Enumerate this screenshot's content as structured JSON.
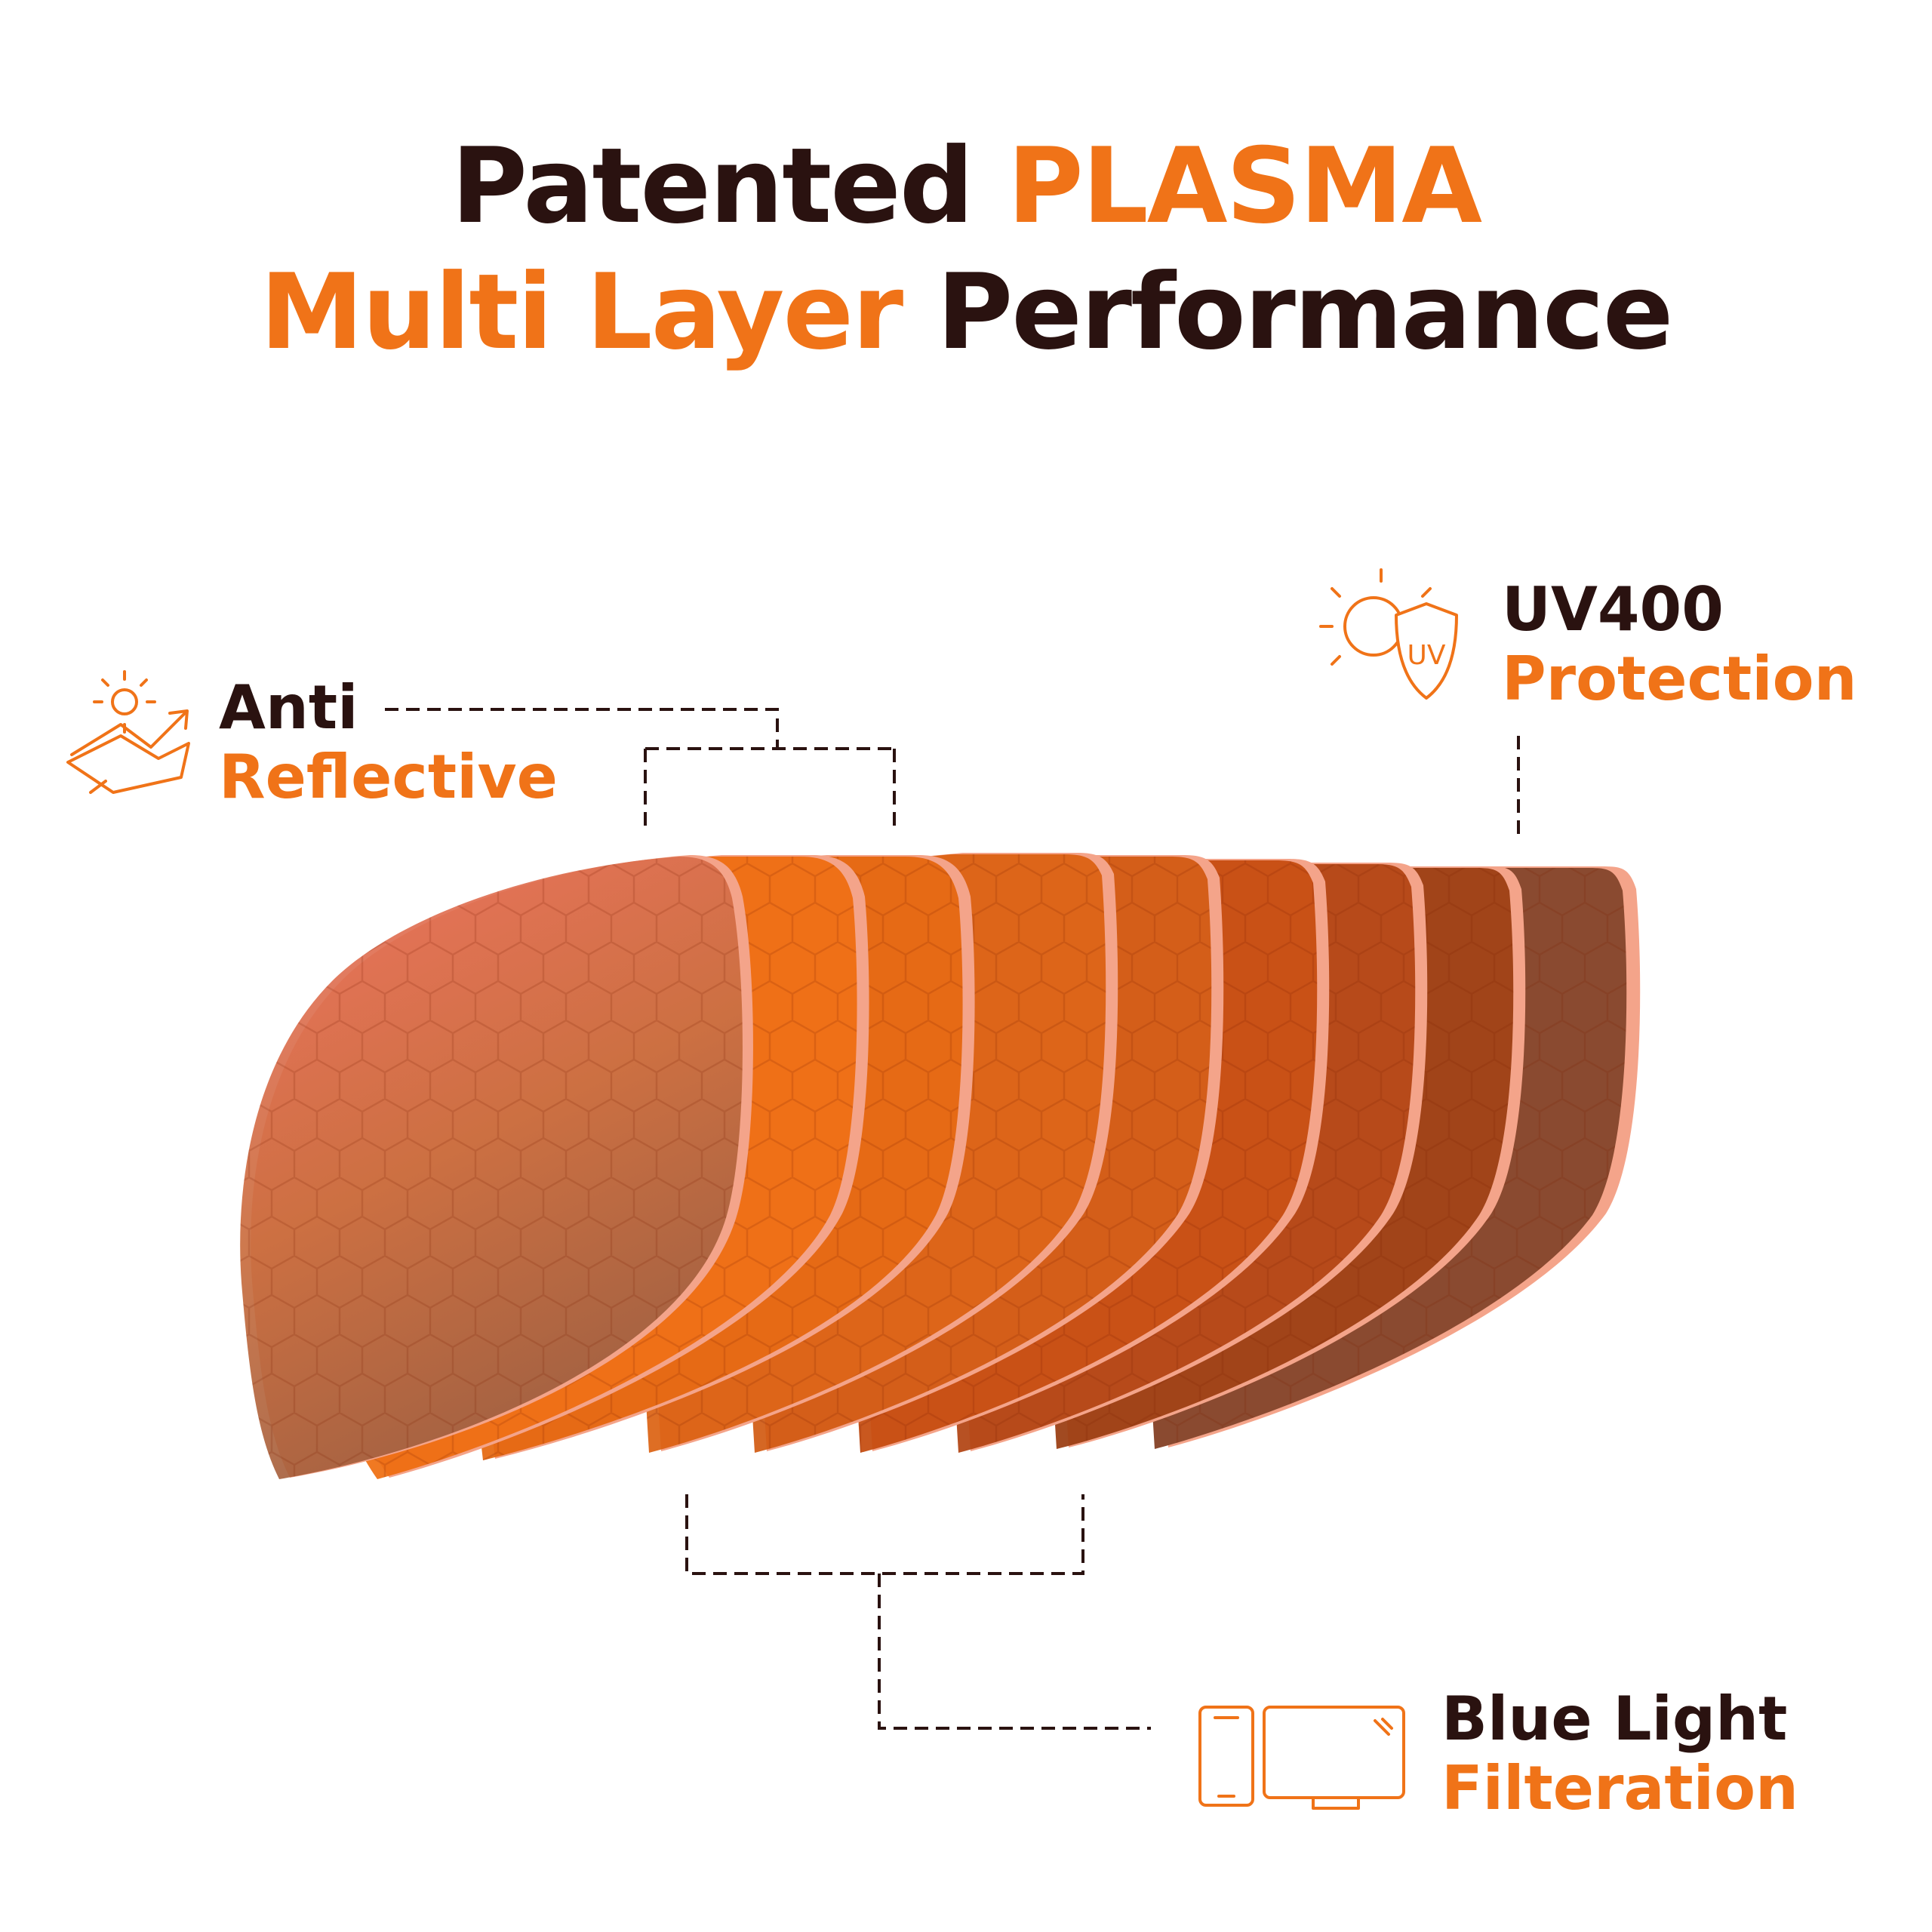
{
  "title": {
    "line1_dark": "Patented ",
    "line1_accent": "PLASMA",
    "line2_accent": "Multi Layer",
    "line2_dark": " Performance"
  },
  "features": {
    "anti_reflective": {
      "line1": "Anti",
      "line2": "Reflective",
      "icon": "sun-hands-icon"
    },
    "uv400": {
      "line1": "UV400",
      "line2": "Protection",
      "icon": "uv-shield-icon",
      "badge": "UV"
    },
    "blue_light": {
      "line1": "Blue Light",
      "line2": "Filteration",
      "icon": "phone-monitor-icon"
    }
  },
  "colors": {
    "accent": "#f07318",
    "dark": "#2a1210"
  }
}
